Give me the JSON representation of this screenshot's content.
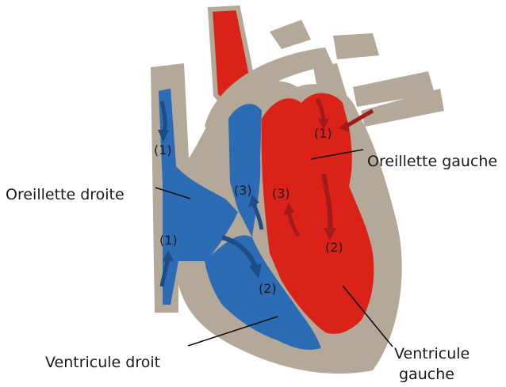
{
  "labels": {
    "oreillette_droite": "Oreillette droite",
    "oreillette_gauche": "Oreillette gauche",
    "ventricule_droit": "Ventricule droit",
    "ventricule_gauche_l1": "Ventricule",
    "ventricule_gauche_l2": "gauche"
  },
  "step_markers": {
    "ra_top": "(1)",
    "ra_bottom": "(1)",
    "rv_right": "(2)",
    "rv_up": "(3)",
    "lv_up": "(3)",
    "la_top": "(1)",
    "lv_right": "(2)"
  },
  "colors": {
    "wall": "#b4a898",
    "wall_dark": "#9a8e7e",
    "blue": "#2b6cb5",
    "blue_arrow": "#1d4c86",
    "red": "#db2219",
    "red_arrow": "#a21a1b",
    "leader": "#111111"
  }
}
